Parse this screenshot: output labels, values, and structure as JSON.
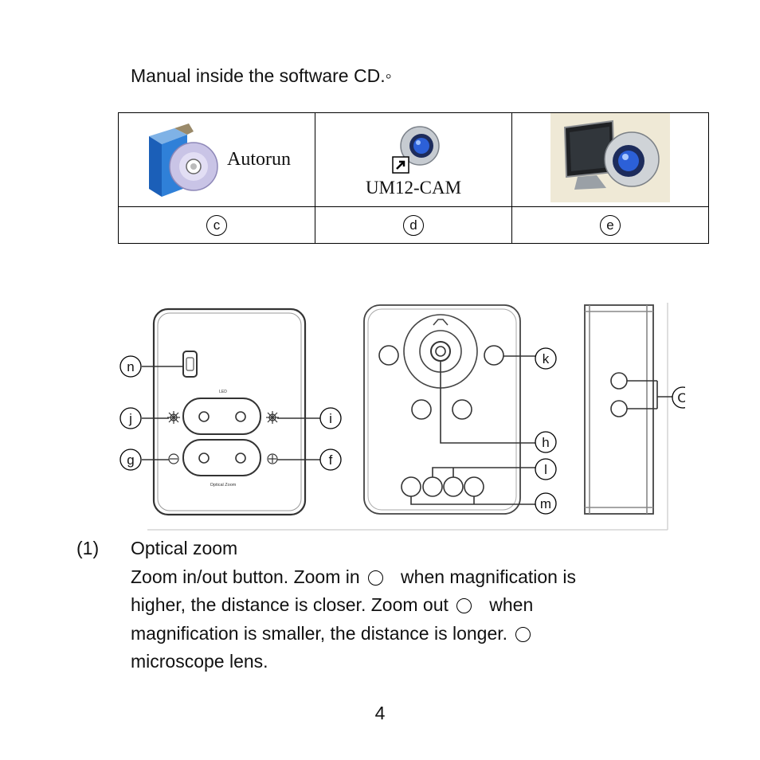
{
  "intro_text": "Manual inside the software CD.◦",
  "table": {
    "cells": [
      {
        "caption": "Autorun",
        "label": "c",
        "icon": "software-cd-box-icon"
      },
      {
        "caption": "UM12-CAM",
        "label": "d",
        "icon": "webcam-shortcut-icon"
      },
      {
        "caption": "",
        "label": "e",
        "icon": "monitor-webcam-icon"
      }
    ]
  },
  "diagram": {
    "callouts": {
      "n": "n",
      "j": "j",
      "g": "g",
      "i": "i",
      "f": "f",
      "k": "k",
      "h": "h",
      "l": "l",
      "m": "m",
      "o": "O"
    },
    "panel_labels": {
      "led": "LED",
      "optical_zoom": "Optical Zoom"
    }
  },
  "section": {
    "number": "(1)",
    "heading": "Optical zoom",
    "line1_a": "Zoom in/out button. Zoom in",
    "line1_b": "when magnification is",
    "line2_a": "higher, the distance is closer. Zoom out",
    "line2_b": "when",
    "line3_a": "magnification is smaller, the distance is longer.",
    "line4": "microscope lens."
  },
  "page_number": "4"
}
